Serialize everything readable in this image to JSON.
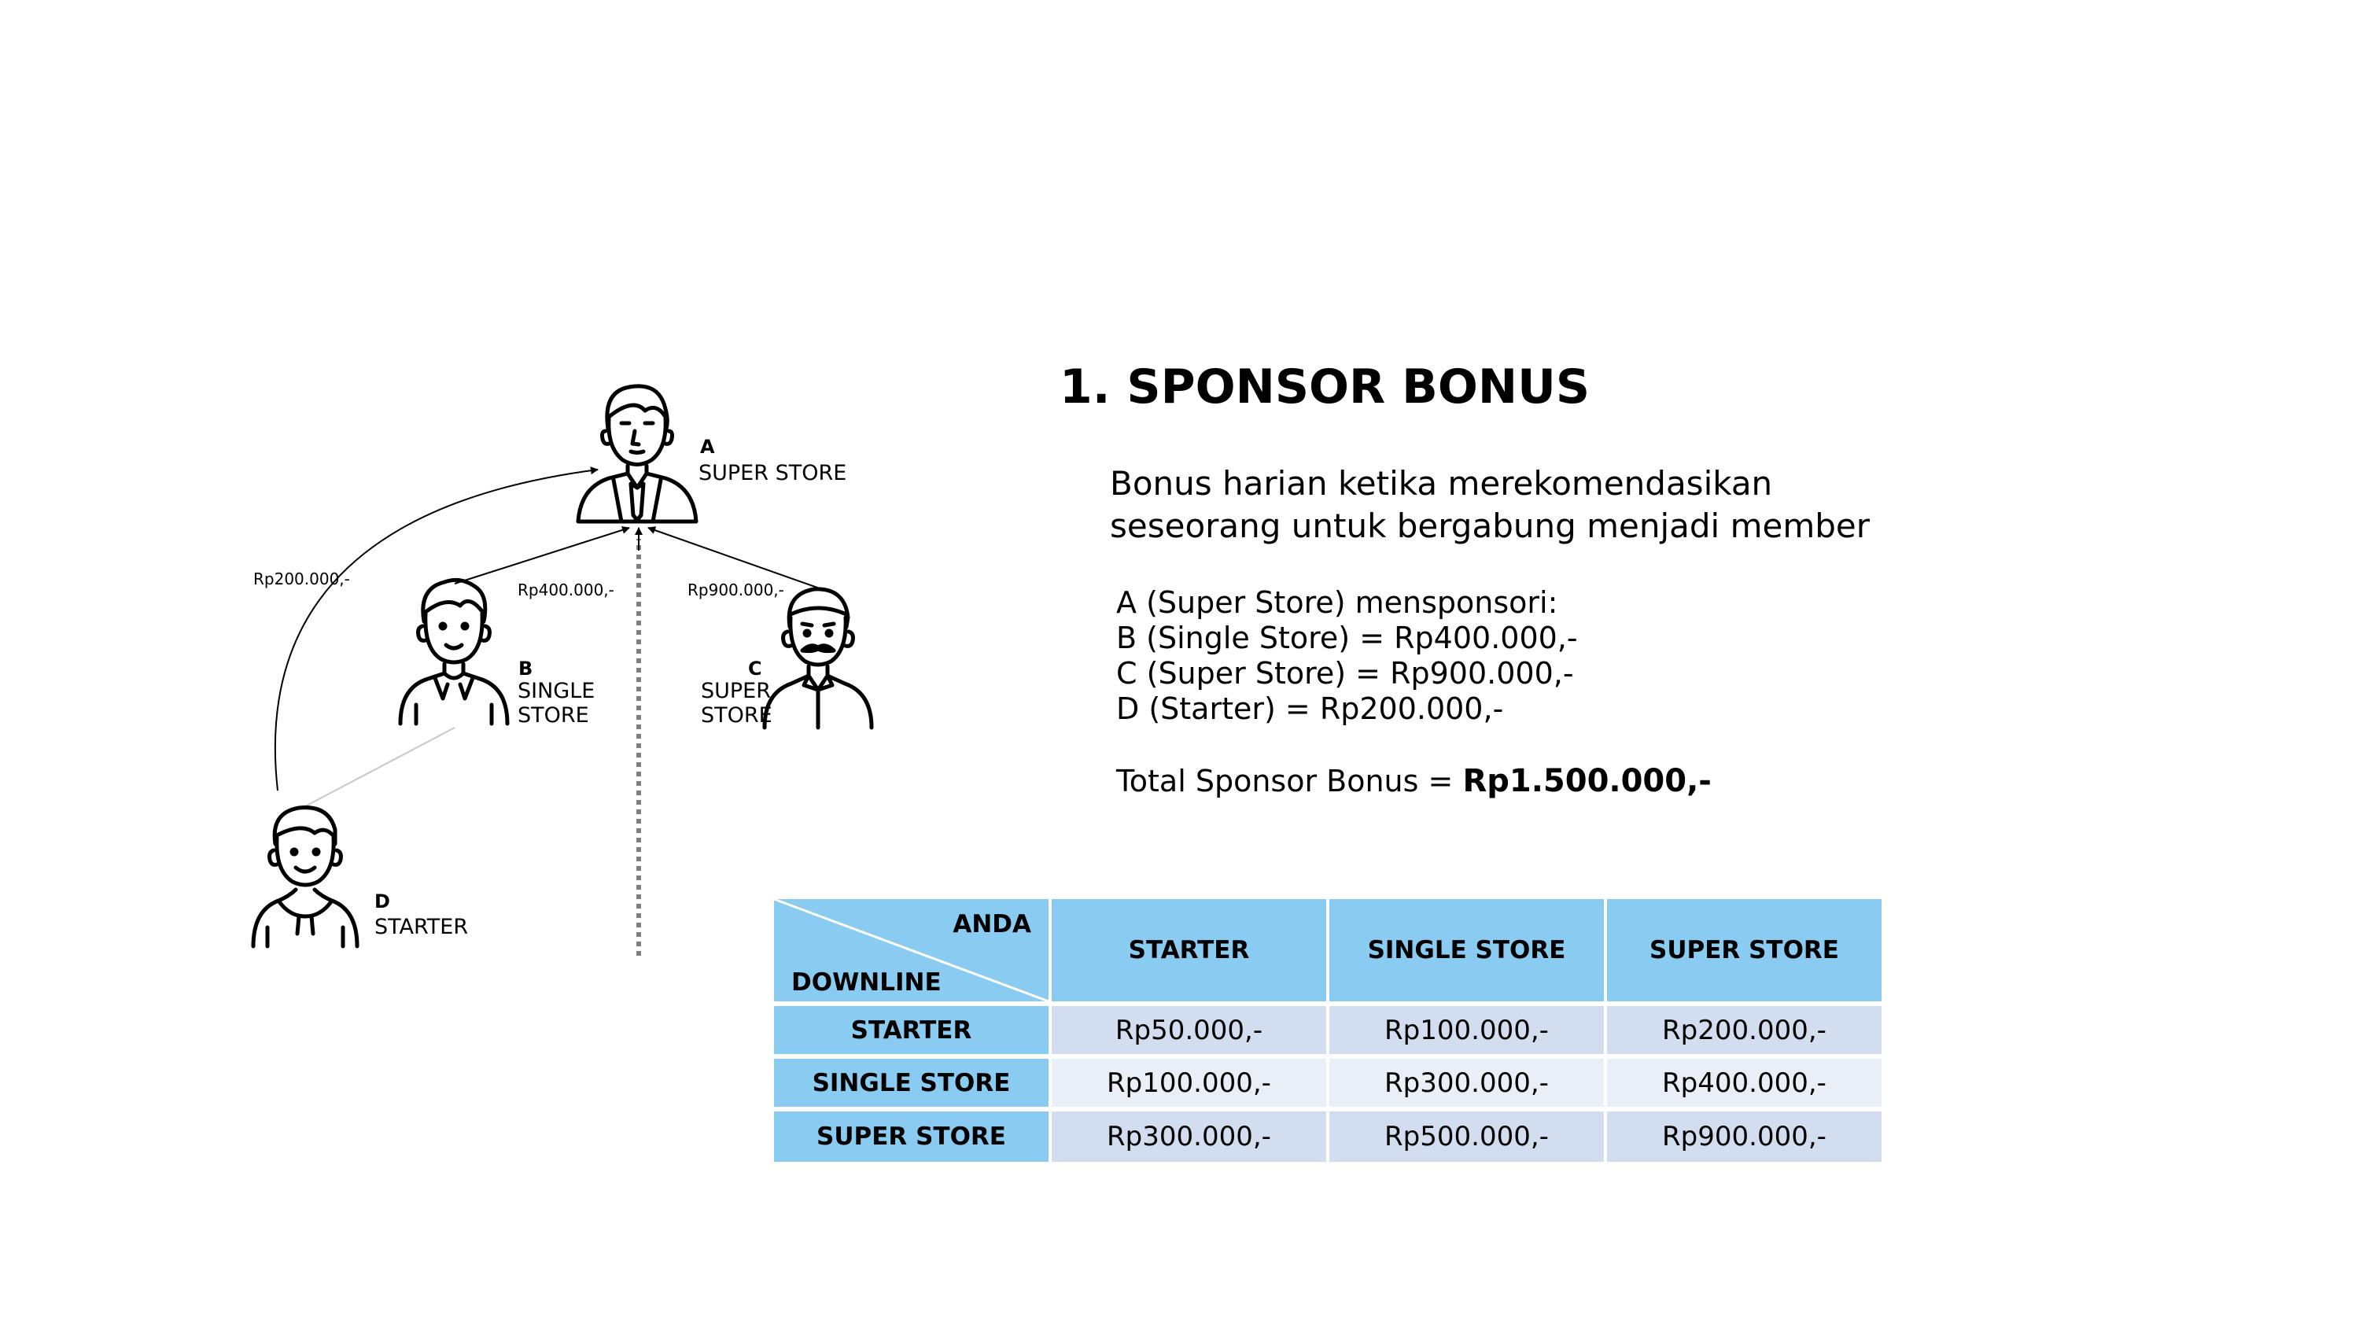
{
  "diagram": {
    "nodes": {
      "a": {
        "letter": "A",
        "label": "SUPER STORE"
      },
      "b": {
        "letter": "B",
        "label_line1": "SINGLE",
        "label_line2": "STORE"
      },
      "c": {
        "letter": "C",
        "label_line1": "SUPER",
        "label_line2": "STORE"
      },
      "d": {
        "letter": "D",
        "label": "STARTER"
      }
    },
    "amounts": {
      "d_to_a": "Rp200.000,-",
      "b_to_a": "Rp400.000,-",
      "c_to_a": "Rp900.000,-"
    },
    "icons": [
      "man-tie-icon",
      "young-man-icon",
      "mustache-man-icon",
      "hoodie-man-icon"
    ]
  },
  "title": "1. SPONSOR BONUS",
  "description": {
    "line1": "Bonus harian ketika merekomendasikan",
    "line2": "seseorang untuk bergabung menjadi member"
  },
  "example": {
    "intro": "A (Super Store) mensponsori:",
    "lines": [
      "B (Single Store) = Rp400.000,-",
      "C (Super Store) = Rp900.000,-",
      "D (Starter) = Rp200.000,-"
    ],
    "total_label": "Total Sponsor Bonus = ",
    "total_value": "Rp1.500.000,-"
  },
  "table": {
    "corner_top": "ANDA",
    "corner_bottom": "DOWNLINE",
    "columns": [
      "STARTER",
      "SINGLE STORE",
      "SUPER STORE"
    ],
    "rows": [
      {
        "label": "STARTER",
        "values": [
          "Rp50.000,-",
          "Rp100.000,-",
          "Rp200.000,-"
        ]
      },
      {
        "label": "SINGLE STORE",
        "values": [
          "Rp100.000,-",
          "Rp300.000,-",
          "Rp400.000,-"
        ]
      },
      {
        "label": "SUPER STORE",
        "values": [
          "Rp300.000,-",
          "Rp500.000,-",
          "Rp900.000,-"
        ]
      }
    ]
  },
  "colors": {
    "header": "#89cbf1",
    "cell_dark": "#d2deef",
    "cell_light": "#eaeff7"
  }
}
